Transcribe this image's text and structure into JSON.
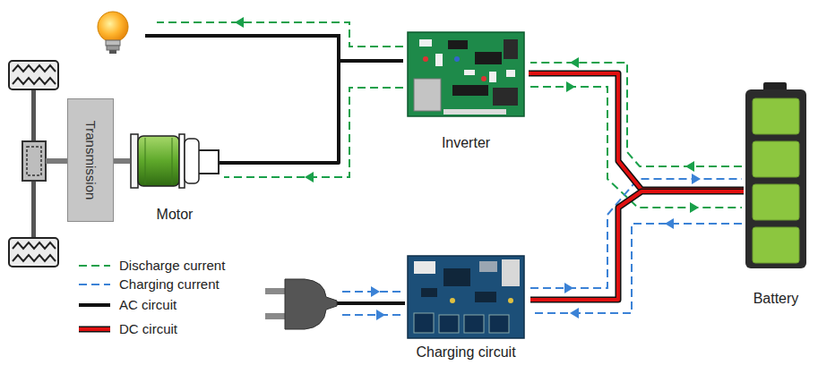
{
  "diagram": {
    "nodes": [
      {
        "text": [
          "Transmission"
        ]
      },
      {
        "text": [
          "Motor"
        ]
      },
      {
        "text": [
          "Inverter"
        ]
      },
      {
        "text": [
          "Battery"
        ]
      },
      {
        "text": [
          "Charging circuit"
        ]
      }
    ],
    "edges": [
      {
        "from": 0,
        "to": 1,
        "arrow": "none"
      },
      {
        "from": 2,
        "to": 1,
        "arrow": "none"
      },
      {
        "from": 3,
        "to": 2,
        "arrow": "none"
      },
      {
        "from": 4,
        "to": 3,
        "arrow": "none"
      }
    ],
    "legend": [
      {
        "text": "Discharge current"
      },
      {
        "text": "Charging current"
      },
      {
        "text": "AC circuit"
      },
      {
        "text": "DC circuit"
      }
    ]
  }
}
